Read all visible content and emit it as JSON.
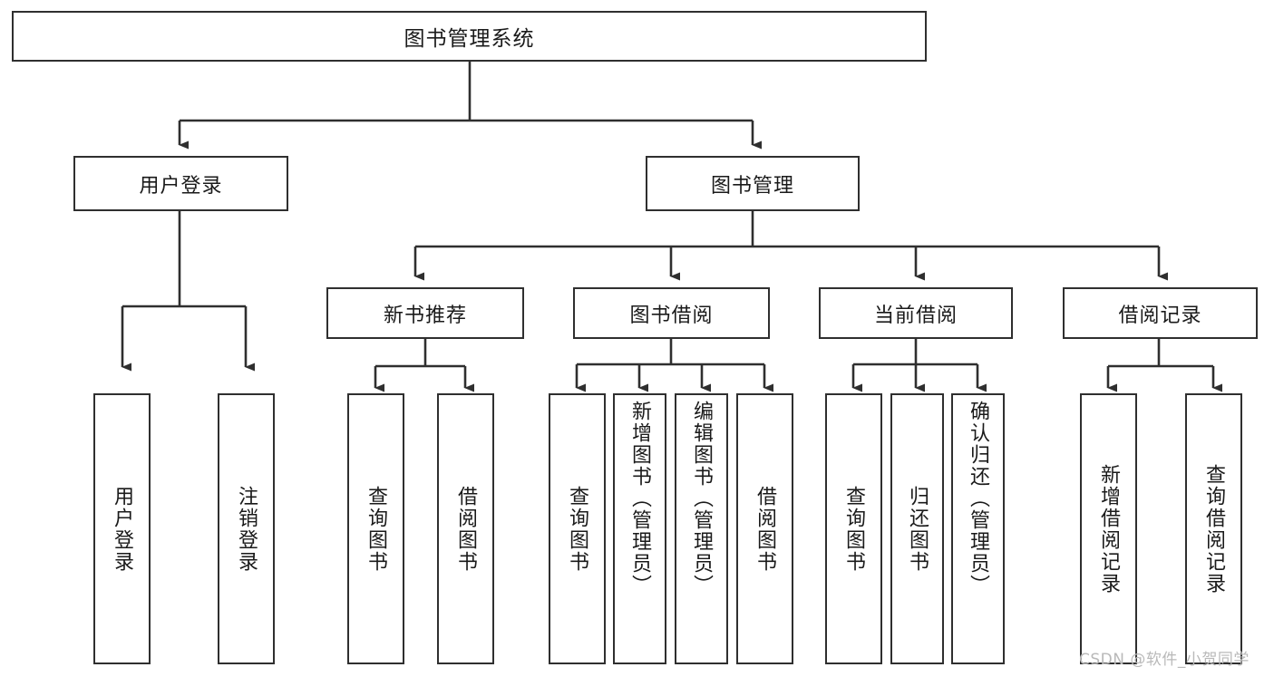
{
  "diagram": {
    "title": "图书管理系统",
    "type": "hierarchy-tree",
    "root": {
      "id": "root",
      "label": "图书管理系统"
    },
    "level2": [
      {
        "id": "user-login",
        "label": "用户登录"
      },
      {
        "id": "book-manage",
        "label": "图书管理"
      }
    ],
    "level3": [
      {
        "id": "new-book-recommend",
        "label": "新书推荐",
        "parent": "book-manage"
      },
      {
        "id": "book-borrow",
        "label": "图书借阅",
        "parent": "book-manage"
      },
      {
        "id": "current-borrow",
        "label": "当前借阅",
        "parent": "book-manage"
      },
      {
        "id": "borrow-record",
        "label": "借阅记录",
        "parent": "book-manage"
      }
    ],
    "leaves": [
      {
        "id": "leaf-user-login",
        "label": "用户登录",
        "parent": "user-login"
      },
      {
        "id": "leaf-user-logout",
        "label": "注销登录",
        "parent": "user-login"
      },
      {
        "id": "leaf-query-book-1",
        "label": "查询图书",
        "parent": "new-book-recommend"
      },
      {
        "id": "leaf-borrow-book-1",
        "label": "借阅图书",
        "parent": "new-book-recommend"
      },
      {
        "id": "leaf-query-book-2",
        "label": "查询图书",
        "parent": "book-borrow"
      },
      {
        "id": "leaf-add-book",
        "label": "新增图书（管理员）",
        "parent": "book-borrow"
      },
      {
        "id": "leaf-edit-book",
        "label": "编辑图书（管理员）",
        "parent": "book-borrow"
      },
      {
        "id": "leaf-borrow-book-2",
        "label": "借阅图书",
        "parent": "book-borrow"
      },
      {
        "id": "leaf-query-book-3",
        "label": "查询图书",
        "parent": "current-borrow"
      },
      {
        "id": "leaf-return-book",
        "label": "归还图书",
        "parent": "current-borrow"
      },
      {
        "id": "leaf-confirm-return",
        "label": "确认归还（管理员）",
        "parent": "current-borrow"
      },
      {
        "id": "leaf-add-record",
        "label": "新增借阅记录",
        "parent": "borrow-record"
      },
      {
        "id": "leaf-query-record",
        "label": "查询借阅记录",
        "parent": "borrow-record"
      }
    ],
    "colors": {
      "stroke": "#2f2f2f",
      "background": "#ffffff",
      "text": "#1a1a1a",
      "watermark": "#b9b9b9"
    }
  },
  "watermark": {
    "text": "CSDN @软件_小贺同学"
  }
}
